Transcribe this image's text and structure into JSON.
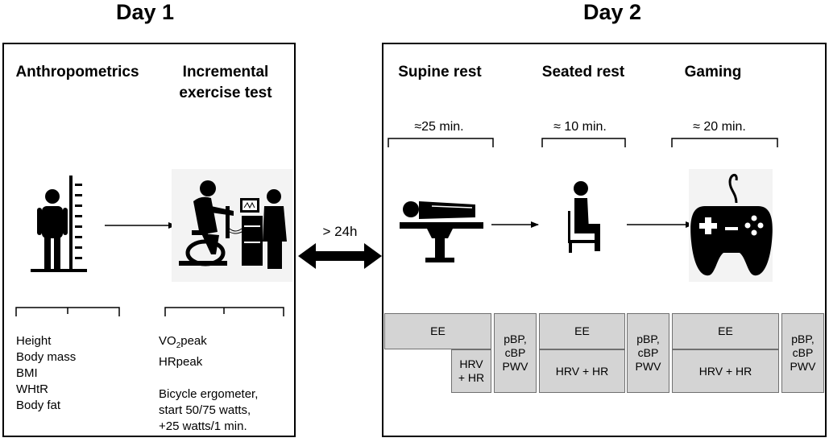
{
  "days": {
    "day1": "Day 1",
    "day2": "Day 2"
  },
  "gap_label": "> 24h",
  "day1": {
    "anthro": {
      "title": "Anthropometrics",
      "items": [
        "Height",
        "Body mass",
        "BMI",
        "WHtR",
        "Body fat"
      ]
    },
    "exercise": {
      "title_line1": "Incremental",
      "title_line2": "exercise test",
      "vo2_main": "VO",
      "vo2_sub": "2",
      "vo2_tail": "peak",
      "hr": "HRpeak",
      "protocol": [
        "Bicycle ergometer,",
        "start 50/75 watts,",
        "+25 watts/1 min."
      ]
    }
  },
  "day2": {
    "phases": [
      {
        "title": "Supine rest",
        "duration": "≈25 min."
      },
      {
        "title": "Seated rest",
        "duration": "≈ 10 min."
      },
      {
        "title": "Gaming",
        "duration": "≈ 20 min."
      }
    ],
    "boxes": {
      "ee": "EE",
      "hrv_hr_short": [
        "HRV",
        "+ HR"
      ],
      "hrv_hr": "HRV + HR",
      "bp": [
        "pBP,",
        "cBP",
        "PWV"
      ]
    }
  },
  "icons": [
    "person-standing-icon",
    "exercise-bike-icon",
    "lying-person-icon",
    "seated-person-icon",
    "gamepad-icon"
  ]
}
